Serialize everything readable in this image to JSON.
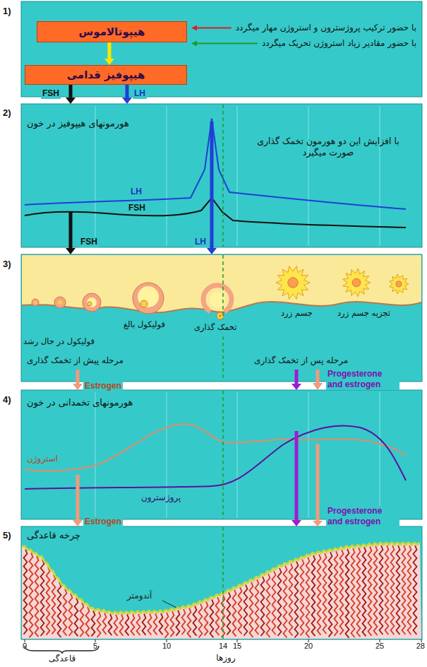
{
  "diagram": {
    "nodes": [
      {
        "text": [
          "با حضور ترکیب پروژسترون و استروژن مهار میگردد",
          "با حضور مقادیر زیاد استروژن تحریک میگردد"
        ]
      },
      {
        "text": [
          "هیپوتالاموس"
        ],
        "in": 0
      },
      {
        "text": [
          "هیپوفیز قدامی"
        ],
        "in": 0
      },
      {
        "text": [
          "هورمونهای هیپوفیز در خون",
          "با افزایش این دو هورمون تخمک گذاری صورت میگیرد"
        ]
      },
      {
        "text": [
          "فولیکول در حال رشد",
          "فولیکول بالغ",
          "تخمک گذاری",
          "جسم زرد",
          "تجزیه جسم زرد",
          "مرحله پیش از تخمک گذاری",
          "مرحله پس از تخمک گذاری"
        ]
      },
      {
        "text": [
          "هورمونهای تخمدانی در خون"
        ]
      },
      {
        "text": [
          "چرخه قاعدگی"
        ]
      }
    ],
    "edges": [
      {
        "from": 1,
        "to": 2,
        "arrow": "to"
      },
      {
        "from": 2,
        "to": 3,
        "label": "FSH",
        "arrow": "to"
      },
      {
        "from": 2,
        "to": 3,
        "label": "LH",
        "arrow": "to"
      },
      {
        "from": 3,
        "to": 4,
        "label": "FSH",
        "arrow": "to"
      },
      {
        "from": 3,
        "to": 4,
        "label": "LH",
        "arrow": "to"
      },
      {
        "from": 4,
        "to": 5,
        "label": "Estrogen",
        "arrow": "to"
      },
      {
        "from": 4,
        "to": 5,
        "label": "Progesterone and estrogen",
        "arrow": "to"
      },
      {
        "from": 5,
        "to": 6,
        "label": "Estrogen",
        "arrow": "to"
      },
      {
        "from": 5,
        "to": 6,
        "label": "Progesterone and estrogen",
        "arrow": "to"
      }
    ],
    "labels": [
      "1)",
      "2)",
      "3)",
      "4)",
      "5)",
      "LH",
      "FSH",
      "استروژن",
      "پروژسترون",
      "آندومتر",
      "0",
      "5",
      "10",
      "14",
      "15",
      "20",
      "25",
      "28",
      "روزها",
      "قاعدگی"
    ]
  }
}
